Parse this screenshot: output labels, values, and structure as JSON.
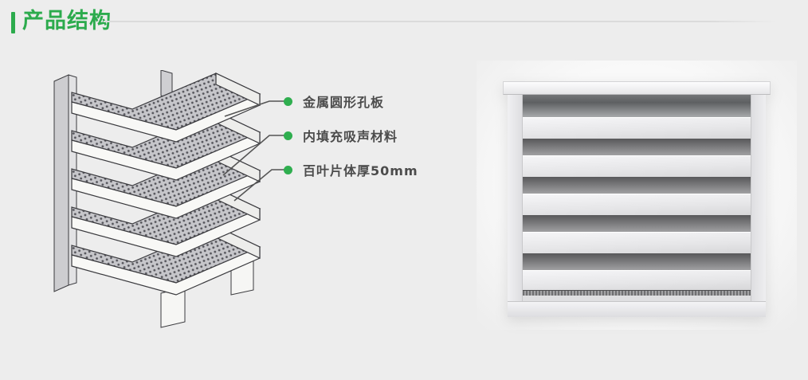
{
  "header": {
    "title": "产品结构"
  },
  "colors": {
    "accent_green": "#2cab4d",
    "bullet_green": "#2fae4f",
    "label_text": "#4c4c4c",
    "page_background": "#ededed",
    "divider": "#dbdbdb"
  },
  "diagram": {
    "annotations": [
      {
        "label": "金属圆形孔板"
      },
      {
        "label": "内填充吸声材料"
      },
      {
        "label": "百叶片体厚50mm"
      }
    ]
  },
  "photo": {
    "slat_count": 5
  }
}
